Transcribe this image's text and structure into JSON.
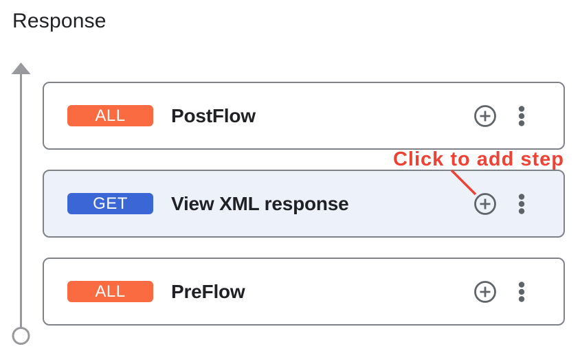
{
  "header": {
    "title": "Response"
  },
  "colors": {
    "accent_red": "#EE4235",
    "verb_all": "#FA6B42",
    "verb_get": "#3B67D6",
    "card_border": "#7E8286",
    "highlight_bg": "#EDF1FA",
    "flow_gray": "#97999C",
    "icon_gray": "#5F6469",
    "title_text": "#202124"
  },
  "annotation": {
    "label": "Click to add step"
  },
  "cards": [
    {
      "verb": "ALL",
      "verb_color": "#FA6B42",
      "name": "PostFlow",
      "highlighted": false
    },
    {
      "verb": "GET",
      "verb_color": "#3B67D6",
      "name": "View XML response",
      "highlighted": true
    },
    {
      "verb": "ALL",
      "verb_color": "#FA6B42",
      "name": "PreFlow",
      "highlighted": false
    }
  ],
  "icons": {
    "add_step": "plus-circle-icon",
    "more_options": "vertical-ellipsis-icon",
    "flow_direction": "up-arrow-axis"
  }
}
